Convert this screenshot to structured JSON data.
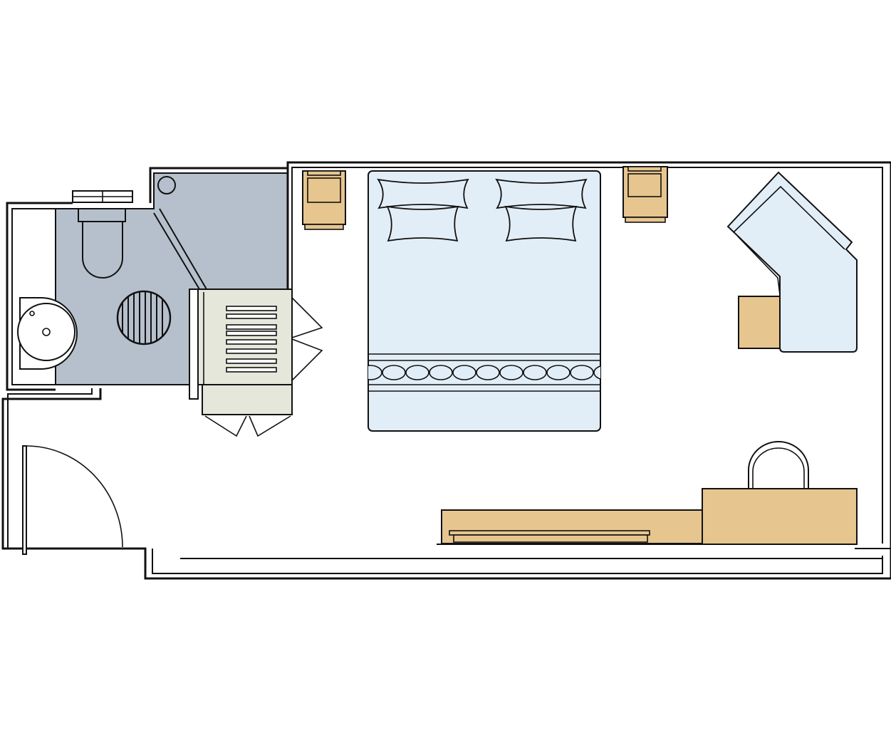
{
  "colors": {
    "background": "#ffffff",
    "line": "#111111",
    "bathroom_floor": "#b6c0cc",
    "bed_fabric": "#e2eef7",
    "wood": "#e6c58e",
    "closet": "#e6e7db",
    "armchair": "#e2eef7"
  },
  "rooms": [
    "bathroom",
    "bedroom",
    "entry"
  ],
  "furniture": [
    "toilet",
    "sink",
    "shower-drain",
    "wardrobe",
    "double-bed",
    "nightstand",
    "nightstand",
    "armchair",
    "side-table",
    "desk-bench",
    "desk",
    "desk-chair",
    "entry-door"
  ]
}
